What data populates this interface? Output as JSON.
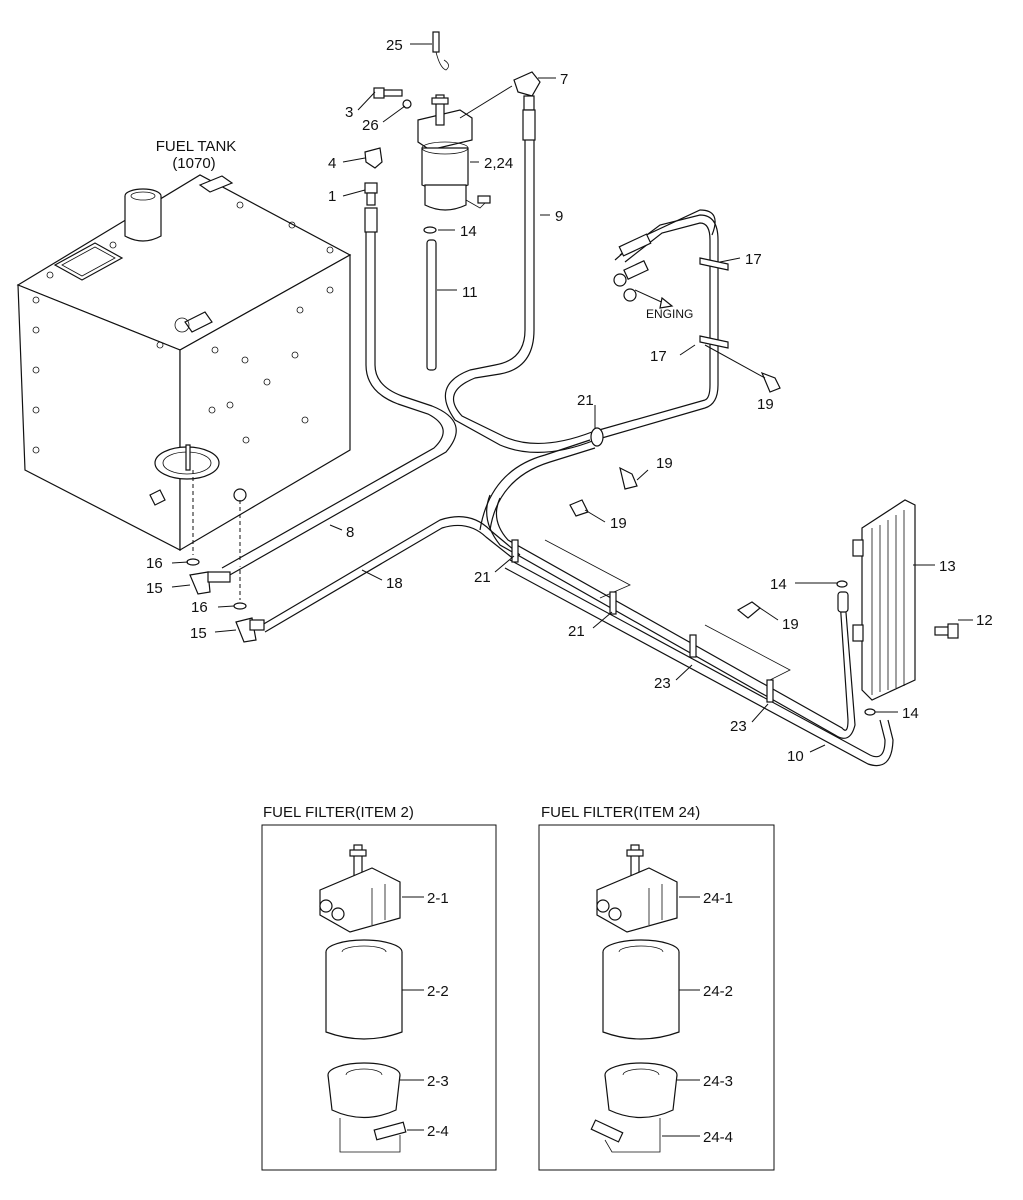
{
  "tank": {
    "title": "FUEL TANK",
    "code": "(1070)"
  },
  "engine_label": "ENGING",
  "callouts": {
    "c25": "25",
    "c7": "7",
    "c3": "3",
    "c26": "26",
    "c4": "4",
    "c2_24": "2,24",
    "c1": "1",
    "c14a": "14",
    "c9": "9",
    "c11": "11",
    "c17a": "17",
    "c17b": "17",
    "c19a": "19",
    "c21a": "21",
    "c19b": "19",
    "c8": "8",
    "c19c": "19",
    "c16a": "16",
    "c15a": "15",
    "c21b": "21",
    "c18": "18",
    "c16b": "16",
    "c15b": "15",
    "c21c": "21",
    "c14b": "14",
    "c13": "13",
    "c12": "12",
    "c19d": "19",
    "c23a": "23",
    "c23b": "23",
    "c14c": "14",
    "c10": "10"
  },
  "inset_left": {
    "title": "FUEL FILTER(ITEM 2)",
    "parts": [
      "2-1",
      "2-2",
      "2-3",
      "2-4"
    ]
  },
  "inset_right": {
    "title": "FUEL FILTER(ITEM 24)",
    "parts": [
      "24-1",
      "24-2",
      "24-3",
      "24-4"
    ]
  }
}
